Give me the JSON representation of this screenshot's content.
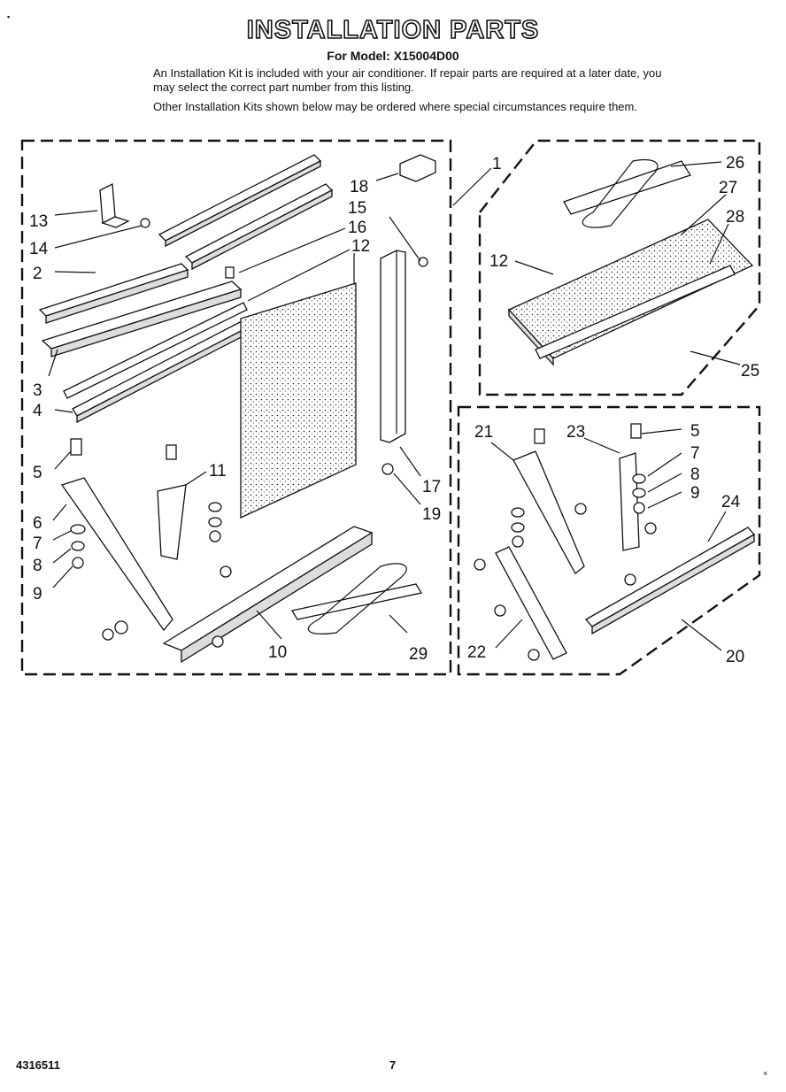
{
  "header": {
    "title": "INSTALLATION PARTS",
    "model_line": "For Model: X15004D00",
    "intro_paragraph_1": "An Installation Kit is included with your air conditioner. If repair parts are required at a later date, you may select the correct part number from this listing.",
    "intro_paragraph_2": "Other Installation Kits shown below may be ordered where special circumstances require them."
  },
  "callouts": {
    "c1": "1",
    "c2": "2",
    "c3": "3",
    "c4": "4",
    "c5": "5",
    "c6": "6",
    "c7": "7",
    "c8": "8",
    "c9": "9",
    "c10": "10",
    "c11": "11",
    "c12": "12",
    "c13": "13",
    "c14": "14",
    "c15": "15",
    "c16": "16",
    "c17": "17",
    "c18": "18",
    "c19": "19",
    "c20": "20",
    "c21": "21",
    "c22": "22",
    "c23": "23",
    "c24": "24",
    "c25": "25",
    "c26": "26",
    "c27": "27",
    "c28": "28",
    "c29": "29"
  },
  "footer": {
    "document_number": "4316511",
    "page_number": "7"
  },
  "corner_marks": {
    "top_left": "▪",
    "bottom_right": "×"
  }
}
